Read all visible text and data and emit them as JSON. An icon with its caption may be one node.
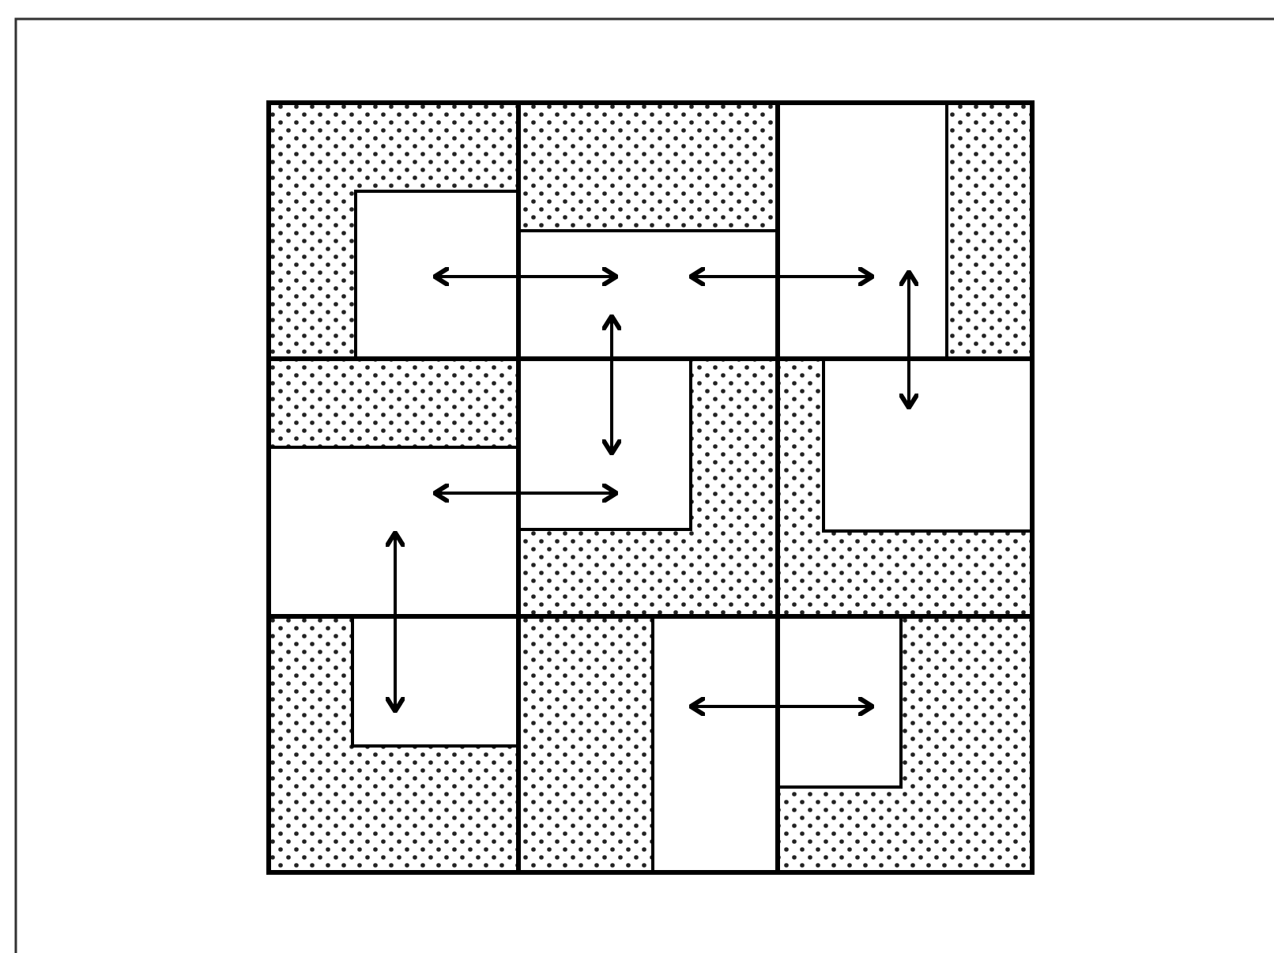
{
  "diagram": {
    "nodes": [
      {
        "text": [],
        "shape": "box"
      },
      {
        "text": [],
        "shape": "box"
      },
      {
        "text": [],
        "shape": "box"
      },
      {
        "text": [],
        "shape": "box"
      },
      {
        "text": [],
        "shape": "box"
      },
      {
        "text": [],
        "shape": "box"
      },
      {
        "text": [],
        "shape": "box"
      },
      {
        "text": [],
        "shape": "box"
      },
      {
        "text": [],
        "shape": "box"
      }
    ],
    "edges": [
      {
        "from": 0,
        "to": 1,
        "arrow": "both"
      },
      {
        "from": 1,
        "to": 2,
        "arrow": "both"
      },
      {
        "from": 2,
        "to": 5,
        "arrow": "both"
      },
      {
        "from": 1,
        "to": 4,
        "arrow": "both"
      },
      {
        "from": 3,
        "to": 4,
        "arrow": "both"
      },
      {
        "from": 3,
        "to": 6,
        "arrow": "both"
      },
      {
        "from": 7,
        "to": 8,
        "arrow": "both"
      }
    ]
  }
}
